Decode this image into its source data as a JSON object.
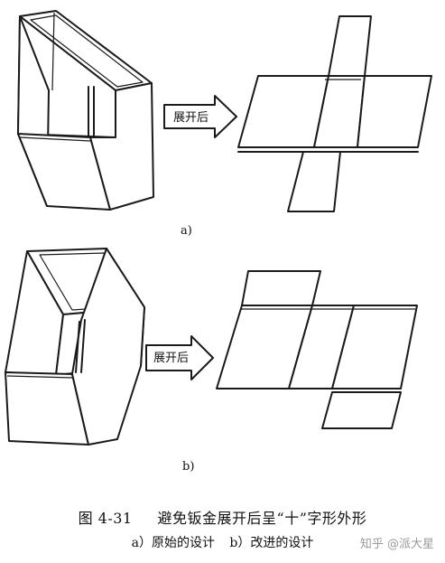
{
  "arrow_label_a": "展开后",
  "arrow_label_b": "展开后",
  "panel_a_label": "a)",
  "panel_b_label": "b)",
  "caption": {
    "number": "图 4-31",
    "title": "避免钣金展开后呈“十”字形外形",
    "sub_a": "a）原始的设计",
    "sub_b": "b）改进的设计"
  },
  "watermark": "知乎 @派大星"
}
